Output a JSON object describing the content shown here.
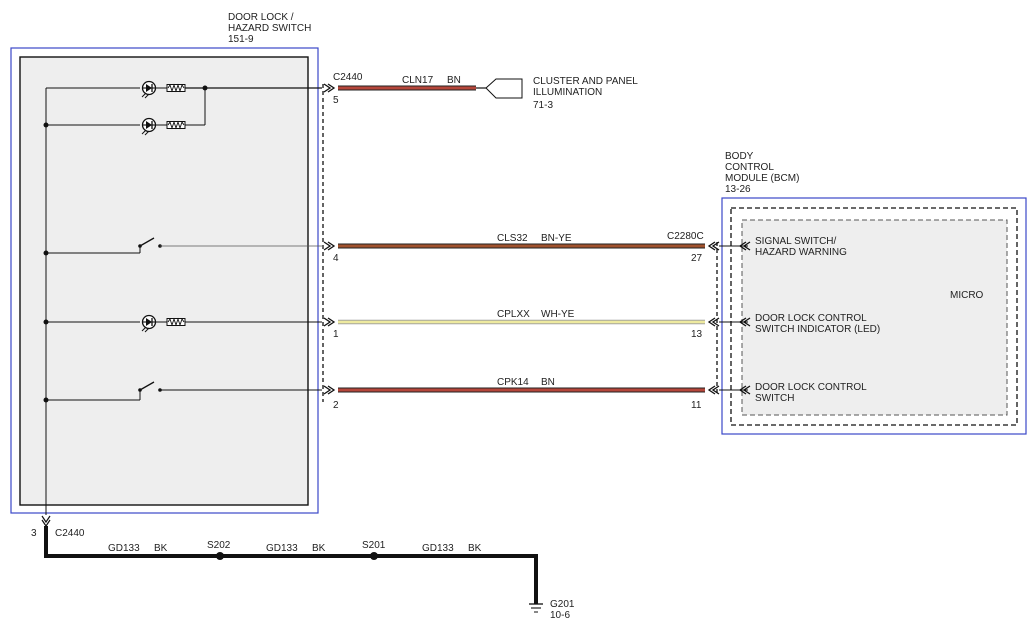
{
  "switch_module": {
    "title_line1": "DOOR LOCK /",
    "title_line2": "HAZARD SWITCH",
    "ref": "151-9",
    "connector": "C2440"
  },
  "cluster": {
    "line1": "CLUSTER AND PANEL",
    "line2": "ILLUMINATION",
    "ref": "71-3"
  },
  "bcm": {
    "line1": "BODY",
    "line2": "CONTROL",
    "line3": "MODULE (BCM)",
    "ref": "13-26",
    "connector": "C2280C",
    "micro": "MICRO",
    "inputs": [
      {
        "line1": "SIGNAL SWITCH/",
        "line2": "HAZARD WARNING"
      },
      {
        "line1": "DOOR LOCK CONTROL",
        "line2": "SWITCH INDICATOR (LED)"
      },
      {
        "line1": "DOOR LOCK CONTROL",
        "line2": "SWITCH"
      }
    ]
  },
  "wires": [
    {
      "circuit": "CLN17",
      "color": "BN",
      "pin_left": "5",
      "pin_right": "",
      "stroke": "#b5463a"
    },
    {
      "circuit": "CLS32",
      "color": "BN-YE",
      "pin_left": "4",
      "pin_right": "27",
      "stroke": "#a0522d"
    },
    {
      "circuit": "CPLXX",
      "color": "WH-YE",
      "pin_left": "1",
      "pin_right": "13",
      "stroke": "#eeeaa0"
    },
    {
      "circuit": "CPK14",
      "color": "BN",
      "pin_left": "2",
      "pin_right": "11",
      "stroke": "#b5463a"
    }
  ],
  "ground": {
    "pin": "3",
    "connector": "C2440",
    "segments": [
      {
        "circuit": "GD133",
        "color": "BK"
      },
      {
        "circuit": "GD133",
        "color": "BK"
      },
      {
        "circuit": "GD133",
        "color": "BK"
      }
    ],
    "splices": [
      "S202",
      "S201"
    ],
    "ground_point": "G201",
    "ground_ref": "10-6"
  }
}
